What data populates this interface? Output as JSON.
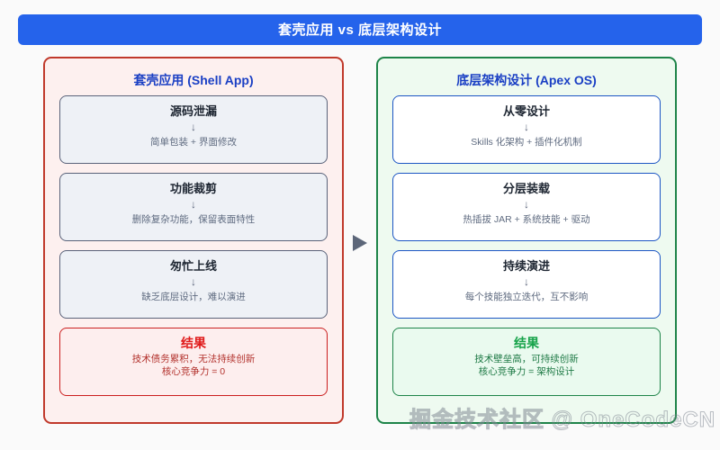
{
  "header": {
    "title": "套壳应用 vs 底层架构设计",
    "bg_color": "#2563eb",
    "text_color": "#ffffff"
  },
  "arrow": {
    "icon": "triangle-right-icon",
    "color": "#5c6679"
  },
  "panels": [
    {
      "id": "shell-app",
      "header": "套壳应用 (Shell App)",
      "border_color": "#c0392b",
      "bg_color": "#fdf0ef",
      "header_color": "#1a3fc4",
      "cards": [
        {
          "title": "源码泄漏",
          "arrow": "↓",
          "desc": "简单包装 + 界面修改"
        },
        {
          "title": "功能裁剪",
          "arrow": "↓",
          "desc": "删除复杂功能，保留表面特性"
        },
        {
          "title": "匆忙上线",
          "arrow": "↓",
          "desc": "缺乏底层设计，难以演进"
        }
      ],
      "result": {
        "title": "结果",
        "title_color": "#e01b1b",
        "lines": [
          "技术债务累积，无法持续创新",
          "核心竞争力 = 0"
        ]
      }
    },
    {
      "id": "apex-os",
      "header": "底层架构设计 (Apex OS)",
      "border_color": "#1e8449",
      "bg_color": "#eefaf0",
      "header_color": "#1a3fc4",
      "cards": [
        {
          "title": "从零设计",
          "arrow": "↓",
          "desc": "Skills 化架构 + 插件化机制"
        },
        {
          "title": "分层装载",
          "arrow": "↓",
          "desc": "热插拔 JAR + 系统技能 + 驱动"
        },
        {
          "title": "持续演进",
          "arrow": "↓",
          "desc": "每个技能独立迭代，互不影响"
        }
      ],
      "result": {
        "title": "结果",
        "title_color": "#17a34a",
        "lines": [
          "技术壁垒高，可持续创新",
          "核心竞争力 = 架构设计"
        ]
      }
    }
  ],
  "watermark": {
    "text": "掘金技术社区 @ OneCodeCN"
  }
}
